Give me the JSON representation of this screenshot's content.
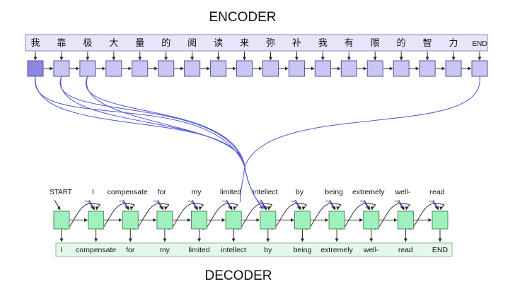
{
  "encoder": {
    "title": "ENCODER",
    "tokens": [
      "我",
      "靠",
      "极",
      "大",
      "量",
      "的",
      "阅",
      "读",
      "来",
      "弥",
      "补",
      "我",
      "有",
      "限",
      "的",
      "智",
      "力",
      "END"
    ]
  },
  "decoder": {
    "title": "DECODER",
    "start_token": "START",
    "input_tokens": [
      "I",
      "compensate",
      "for",
      "my",
      "limited",
      "intellect",
      "by",
      "being",
      "extremely",
      "well-",
      "read"
    ],
    "output_tokens": [
      "I",
      "compensate",
      "for",
      "my",
      "limited",
      "intellect",
      "by",
      "being",
      "extremely",
      "well-",
      "read",
      "END"
    ]
  },
  "colors": {
    "encoder_cell_fill": "#c9c6f3",
    "encoder_first_cell_fill": "#8c86e0",
    "encoder_strip_fill": "#e7e5fa",
    "decoder_cell_fill": "#9ef0bd",
    "decoder_strip_fill": "#e5f9ea",
    "attention_curve": "#4d55d6",
    "arrow": "#2a2a2a"
  }
}
